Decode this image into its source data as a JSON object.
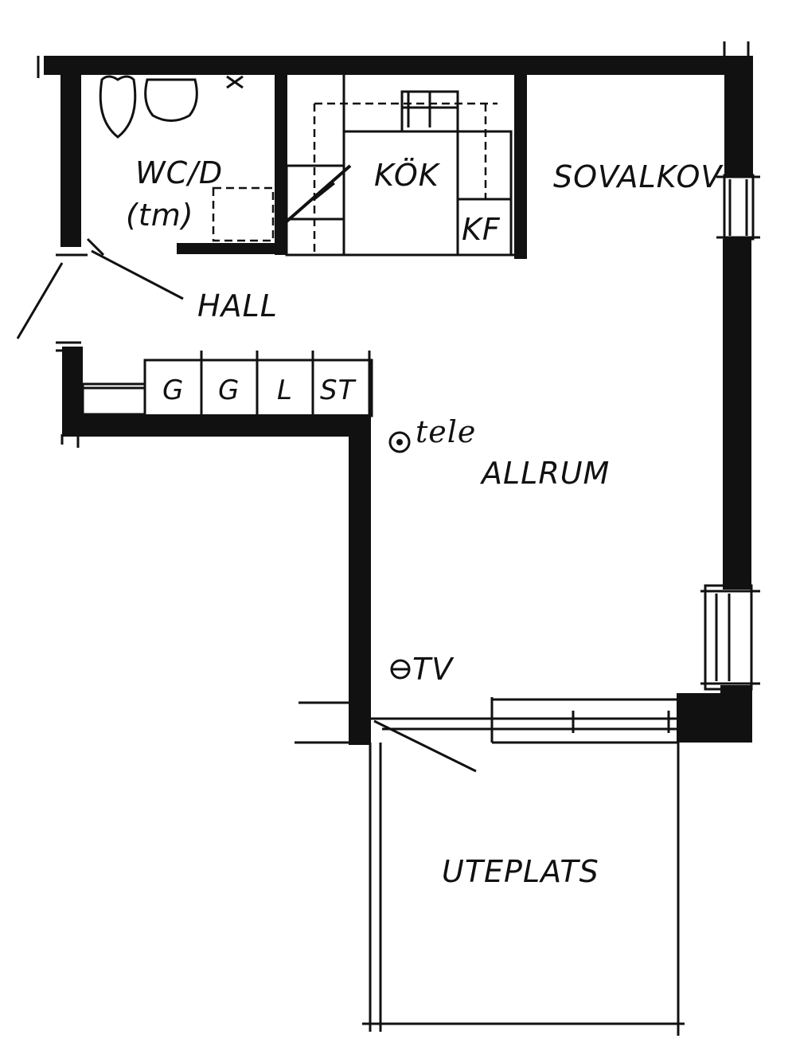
{
  "labels": {
    "wc": "WC/D",
    "wc_sub": "(tm)",
    "kitchen": "KÖK",
    "sleeping_alcove": "SOVALKOV",
    "fridge_freezer": "KF",
    "hall": "HALL",
    "wardrobe_1": "G",
    "wardrobe_2": "G",
    "linen": "L",
    "cleaning_cupboard": "ST",
    "telephone": "tele",
    "living_room": "ALLRUM",
    "tv": "TV",
    "patio": "UTEPLATS"
  },
  "colors": {
    "ink": "#111111",
    "paper": "#ffffff"
  }
}
